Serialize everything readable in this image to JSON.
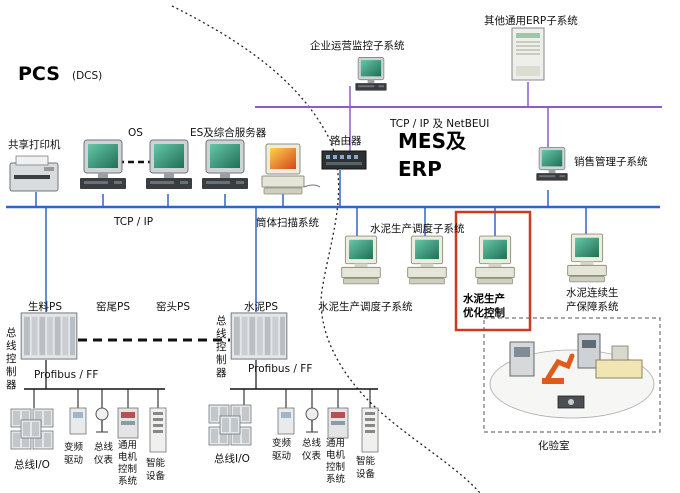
{
  "title": {
    "pcs_main": "PCS",
    "pcs_sub": "(DCS)",
    "mes_line1": "MES及",
    "mes_line2": "ERP"
  },
  "networks": {
    "tcpip_netbeui": "TCP / IP  及 NetBEUI",
    "tcpip": "TCP / IP",
    "profibus_left": "Profibus / FF",
    "profibus_right": "Profibus / FF"
  },
  "nodes": {
    "other_erp": "其他通用ERP子系统",
    "enterprise_monitor": "企业运营监控子系统",
    "router": "路由器",
    "sales": "销售管理子系统",
    "shared_printer": "共享打印机",
    "os": "OS",
    "es_server": "ES及综合服务器",
    "cylinder_scan": "筒体扫描系统",
    "dispatch_top": "水泥生产调度子系统",
    "dispatch_bottom": "水泥生产调度子系统",
    "optimize_line1": "水泥生产",
    "optimize_line2": "优化控制",
    "continuous_line1": "水泥连续生",
    "continuous_line2": "产保障系统",
    "raw_ps": "生料PS",
    "kiln_tail_ps": "窑尾PS",
    "kiln_head_ps": "窑头PS",
    "cement_ps": "水泥PS",
    "bus_controller_left": "总线控制器",
    "bus_controller_right": "总线控制器",
    "lab": "化验室"
  },
  "field_left": {
    "bus_io": "总线I/O",
    "vfd_line1": "变频",
    "vfd_line2": "驱动",
    "meter_line1": "总线",
    "meter_line2": "仪表",
    "motor_line1": "通用",
    "motor_line2": "电机",
    "motor_line3": "控制",
    "motor_line4": "系统",
    "smart_line1": "智能",
    "smart_line2": "设备"
  },
  "field_right": {
    "bus_io": "总线I/O",
    "vfd_line1": "变频",
    "vfd_line2": "驱动",
    "meter_line1": "总线",
    "meter_line2": "仪表",
    "motor_line1": "通用",
    "motor_line2": "电机",
    "motor_line3": "控制",
    "motor_line4": "系统",
    "smart_line1": "智能",
    "smart_line2": "设备"
  },
  "colors": {
    "tcpip_bus": "#2f64c8",
    "netbeui_bus": "#8c5cc8",
    "highlight_box": "#d03a1e",
    "monitor_body": "#cfd3d6",
    "screen_green": "#2d8f6f"
  }
}
